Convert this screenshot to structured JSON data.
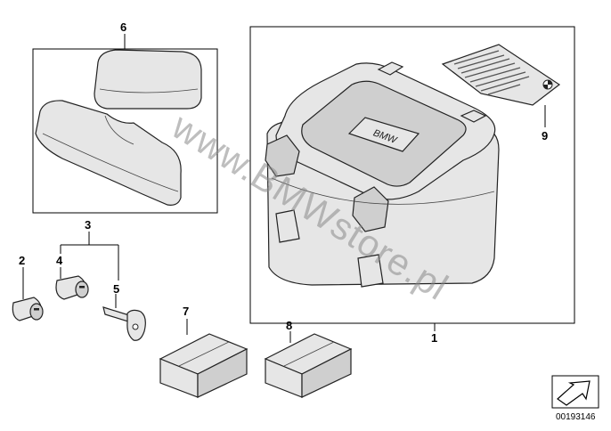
{
  "diagram": {
    "callouts": {
      "c1": "1",
      "c2": "2",
      "c3": "3",
      "c4": "4",
      "c5": "5",
      "c6": "6",
      "c7": "7",
      "c8": "8",
      "c9": "9"
    },
    "case_logo_text": "BMW",
    "watermark": "www.BMWstore.pl",
    "reference_number": "00193146"
  }
}
